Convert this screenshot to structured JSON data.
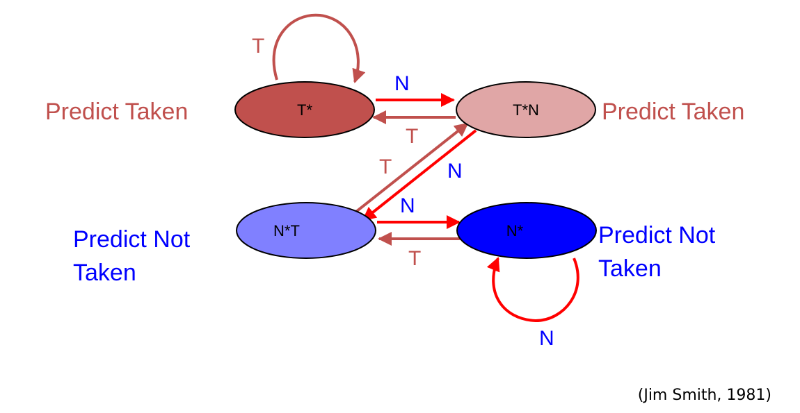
{
  "colors": {
    "taken_label": "#c0504d",
    "not_taken_label": "#0000ff",
    "arrow_taken": "#c0504d",
    "arrow_not_taken": "#ff0000",
    "edge_label_taken": "#c0504d",
    "edge_label_not_taken": "#0000ff",
    "state_t_star_fill": "#c0504d",
    "state_t_star_n_fill": "#e0a6a6",
    "state_n_star_t_fill": "#8080ff",
    "state_n_star_fill": "#0000ff"
  },
  "states": {
    "t_star": "T*",
    "t_star_n": "T*N",
    "n_star_t": "N*T",
    "n_star": "N*"
  },
  "side_labels": {
    "left_top": "Predict Taken",
    "right_top": "Predict Taken",
    "left_bottom_line1": "Predict Not",
    "left_bottom_line2": "Taken",
    "right_bottom_line1": "Predict Not",
    "right_bottom_line2": "Taken"
  },
  "edge_labels": {
    "t_star_self": "T",
    "t_star_to_t_star_n": "N",
    "t_star_n_to_t_star": "T",
    "n_star_t_to_t_star_n": "T",
    "t_star_n_to_n_star_t": "N",
    "n_star_t_to_n_star": "N",
    "n_star_to_n_star_t": "T",
    "n_star_self": "N"
  },
  "citation": "(Jim Smith, 1981)"
}
